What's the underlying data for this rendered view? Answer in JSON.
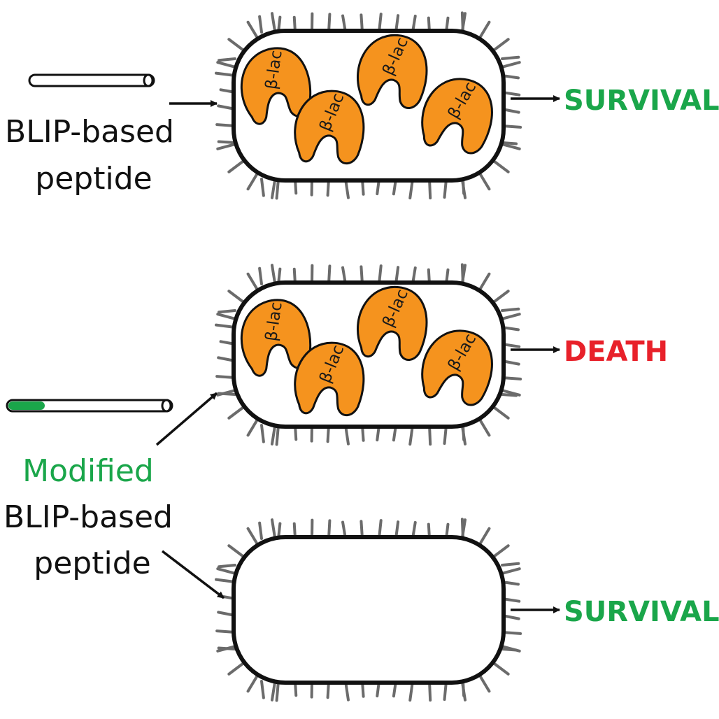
{
  "colors": {
    "outline": "#111111",
    "hair": "#6b6b6b",
    "enzyme": "#f5931e",
    "modification": "#1aa64a",
    "survival": "#1aa64a",
    "death": "#e8212a",
    "text": "#111111"
  },
  "labels": {
    "peptide_top_line1": "BLIP-based",
    "peptide_top_line2": "peptide",
    "peptide_mod_line1": "Modified",
    "peptide_mod_line2": "BLIP-based",
    "peptide_mod_line3": "peptide"
  },
  "enzyme_label": "β-lac",
  "outcomes": {
    "top": "SURVIVAL",
    "middle": "DEATH",
    "bottom": "SURVIVAL"
  }
}
